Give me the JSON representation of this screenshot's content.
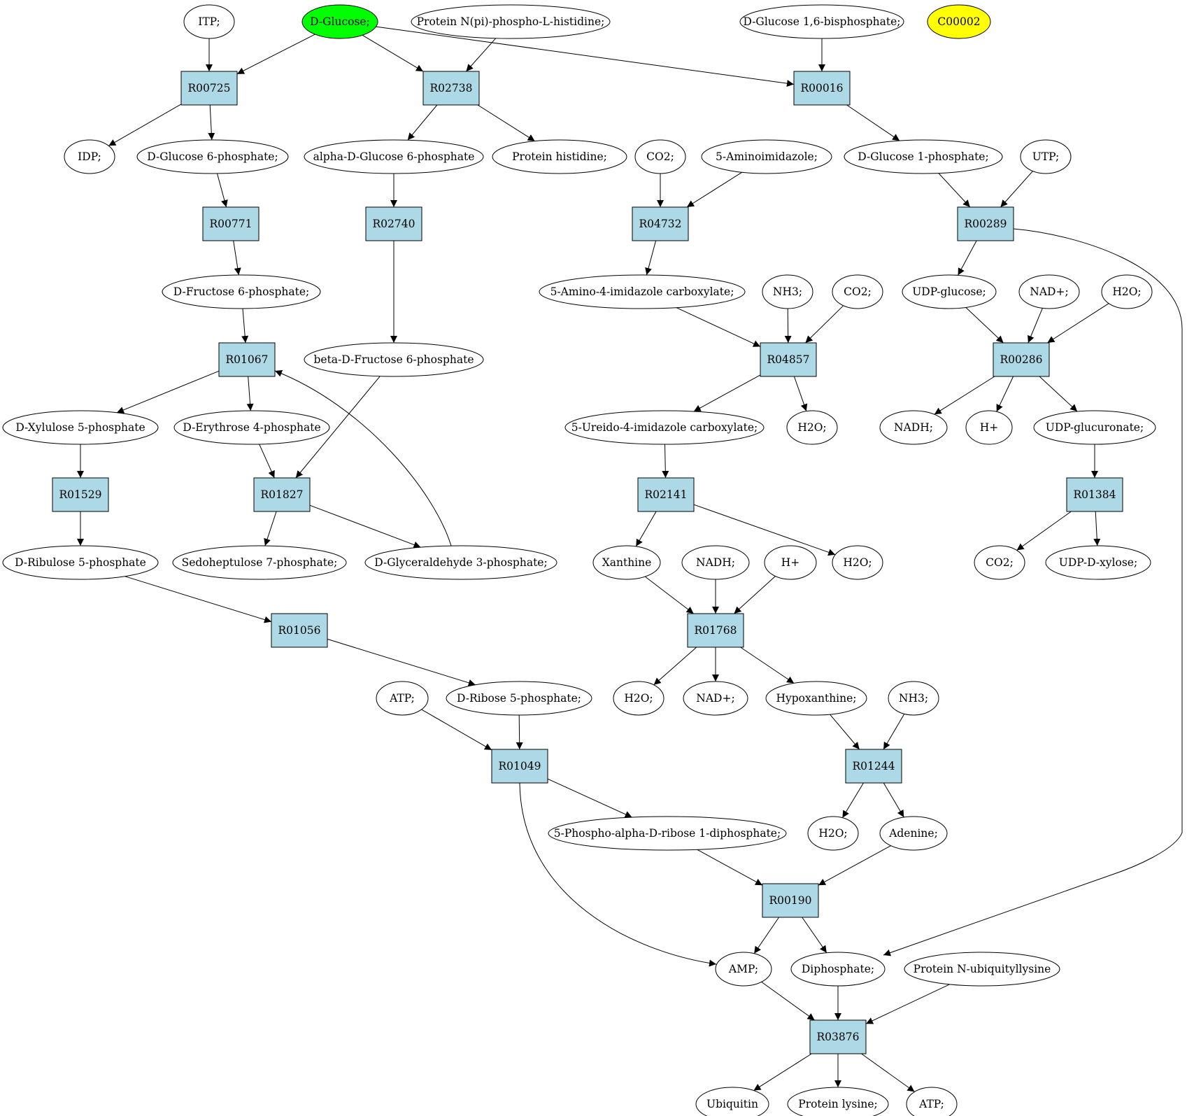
{
  "colors": {
    "reaction": "#add8e6",
    "compound": "#ffffff",
    "highlight_green": "#00ff00",
    "highlight_yellow": "#ffff00"
  },
  "nodes": [
    {
      "id": "itp",
      "label": "ITP;",
      "kind": "compound"
    },
    {
      "id": "dglucose",
      "label": "D-Glucose;",
      "kind": "compound",
      "fill": "highlight_green"
    },
    {
      "id": "protnpi",
      "label": "Protein N(pi)-phospho-L-histidine;",
      "kind": "compound"
    },
    {
      "id": "dg16bp",
      "label": "D-Glucose 1,6-bisphosphate;",
      "kind": "compound"
    },
    {
      "id": "c00002",
      "label": "C00002",
      "kind": "compound",
      "fill": "highlight_yellow"
    },
    {
      "id": "r00725",
      "label": "R00725",
      "kind": "reaction"
    },
    {
      "id": "r02738",
      "label": "R02738",
      "kind": "reaction"
    },
    {
      "id": "r00016",
      "label": "R00016",
      "kind": "reaction"
    },
    {
      "id": "idp",
      "label": "IDP;",
      "kind": "compound"
    },
    {
      "id": "dg6p",
      "label": "D-Glucose 6-phosphate;",
      "kind": "compound"
    },
    {
      "id": "adg6p",
      "label": "alpha-D-Glucose 6-phosphate",
      "kind": "compound"
    },
    {
      "id": "prothis",
      "label": "Protein histidine;",
      "kind": "compound"
    },
    {
      "id": "co2a",
      "label": "CO2;",
      "kind": "compound"
    },
    {
      "id": "aminoimid",
      "label": "5-Aminoimidazole;",
      "kind": "compound"
    },
    {
      "id": "dg1p",
      "label": "D-Glucose 1-phosphate;",
      "kind": "compound"
    },
    {
      "id": "utp",
      "label": "UTP;",
      "kind": "compound"
    },
    {
      "id": "r00771",
      "label": "R00771",
      "kind": "reaction"
    },
    {
      "id": "r02740",
      "label": "R02740",
      "kind": "reaction"
    },
    {
      "id": "r04732",
      "label": "R04732",
      "kind": "reaction"
    },
    {
      "id": "r00289",
      "label": "R00289",
      "kind": "reaction"
    },
    {
      "id": "df6p",
      "label": "D-Fructose 6-phosphate;",
      "kind": "compound"
    },
    {
      "id": "aic",
      "label": "5-Amino-4-imidazole carboxylate;",
      "kind": "compound"
    },
    {
      "id": "nh3a",
      "label": "NH3;",
      "kind": "compound"
    },
    {
      "id": "co2b",
      "label": "CO2;",
      "kind": "compound"
    },
    {
      "id": "udpglc",
      "label": "UDP-glucose;",
      "kind": "compound"
    },
    {
      "id": "nadplusa",
      "label": "NAD+;",
      "kind": "compound"
    },
    {
      "id": "h2oa",
      "label": "H2O;",
      "kind": "compound"
    },
    {
      "id": "r01067",
      "label": "R01067",
      "kind": "reaction"
    },
    {
      "id": "bdf6p",
      "label": "beta-D-Fructose 6-phosphate",
      "kind": "compound"
    },
    {
      "id": "r04857",
      "label": "R04857",
      "kind": "reaction"
    },
    {
      "id": "r00286",
      "label": "R00286",
      "kind": "reaction"
    },
    {
      "id": "dx5p",
      "label": "D-Xylulose 5-phosphate",
      "kind": "compound"
    },
    {
      "id": "de4p",
      "label": "D-Erythrose 4-phosphate",
      "kind": "compound"
    },
    {
      "id": "uic",
      "label": "5-Ureido-4-imidazole carboxylate;",
      "kind": "compound"
    },
    {
      "id": "h2ob",
      "label": "H2O;",
      "kind": "compound"
    },
    {
      "id": "nadha",
      "label": "NADH;",
      "kind": "compound"
    },
    {
      "id": "hplusa",
      "label": "H+",
      "kind": "compound"
    },
    {
      "id": "udpglcn",
      "label": "UDP-glucuronate;",
      "kind": "compound"
    },
    {
      "id": "r01529",
      "label": "R01529",
      "kind": "reaction"
    },
    {
      "id": "r01827",
      "label": "R01827",
      "kind": "reaction"
    },
    {
      "id": "r02141",
      "label": "R02141",
      "kind": "reaction"
    },
    {
      "id": "r01384",
      "label": "R01384",
      "kind": "reaction"
    },
    {
      "id": "dr5p",
      "label": "D-Ribulose 5-phosphate",
      "kind": "compound"
    },
    {
      "id": "s7p",
      "label": "Sedoheptulose 7-phosphate;",
      "kind": "compound"
    },
    {
      "id": "g3p",
      "label": "D-Glyceraldehyde 3-phosphate;",
      "kind": "compound"
    },
    {
      "id": "xanthine",
      "label": "Xanthine",
      "kind": "compound"
    },
    {
      "id": "nadhb",
      "label": "NADH;",
      "kind": "compound"
    },
    {
      "id": "hplusb",
      "label": "H+",
      "kind": "compound"
    },
    {
      "id": "h2oc",
      "label": "H2O;",
      "kind": "compound"
    },
    {
      "id": "co2c",
      "label": "CO2;",
      "kind": "compound"
    },
    {
      "id": "udpxyl",
      "label": "UDP-D-xylose;",
      "kind": "compound"
    },
    {
      "id": "r01056",
      "label": "R01056",
      "kind": "reaction"
    },
    {
      "id": "r01768",
      "label": "R01768",
      "kind": "reaction"
    },
    {
      "id": "atpa",
      "label": "ATP;",
      "kind": "compound"
    },
    {
      "id": "dribose5p",
      "label": "D-Ribose 5-phosphate;",
      "kind": "compound"
    },
    {
      "id": "h2od",
      "label": "H2O;",
      "kind": "compound"
    },
    {
      "id": "nadplusb",
      "label": "NAD+;",
      "kind": "compound"
    },
    {
      "id": "hypox",
      "label": "Hypoxanthine;",
      "kind": "compound"
    },
    {
      "id": "nh3b",
      "label": "NH3;",
      "kind": "compound"
    },
    {
      "id": "r01049",
      "label": "R01049",
      "kind": "reaction"
    },
    {
      "id": "r01244",
      "label": "R01244",
      "kind": "reaction"
    },
    {
      "id": "prpp",
      "label": "5-Phospho-alpha-D-ribose 1-diphosphate;",
      "kind": "compound"
    },
    {
      "id": "h2oe",
      "label": "H2O;",
      "kind": "compound"
    },
    {
      "id": "adenine",
      "label": "Adenine;",
      "kind": "compound"
    },
    {
      "id": "r00190",
      "label": "R00190",
      "kind": "reaction"
    },
    {
      "id": "amp",
      "label": "AMP;",
      "kind": "compound"
    },
    {
      "id": "diphos",
      "label": "Diphosphate;",
      "kind": "compound"
    },
    {
      "id": "protnub",
      "label": "Protein N-ubiquityllysine",
      "kind": "compound"
    },
    {
      "id": "r03876",
      "label": "R03876",
      "kind": "reaction"
    },
    {
      "id": "ubiquitin",
      "label": "Ubiquitin",
      "kind": "compound"
    },
    {
      "id": "protlys",
      "label": "Protein lysine;",
      "kind": "compound"
    },
    {
      "id": "atpb",
      "label": "ATP;",
      "kind": "compound"
    }
  ],
  "edges": [
    [
      "itp",
      "r00725"
    ],
    [
      "dglucose",
      "r00725"
    ],
    [
      "dglucose",
      "r02738"
    ],
    [
      "dglucose",
      "r00016"
    ],
    [
      "protnpi",
      "r02738"
    ],
    [
      "dg16bp",
      "r00016"
    ],
    [
      "r00725",
      "idp"
    ],
    [
      "r00725",
      "dg6p"
    ],
    [
      "r02738",
      "adg6p"
    ],
    [
      "r02738",
      "prothis"
    ],
    [
      "r00016",
      "dg1p"
    ],
    [
      "dg6p",
      "r00771"
    ],
    [
      "adg6p",
      "r02740"
    ],
    [
      "co2a",
      "r04732"
    ],
    [
      "aminoimid",
      "r04732"
    ],
    [
      "dg1p",
      "r00289"
    ],
    [
      "utp",
      "r00289"
    ],
    [
      "r00771",
      "df6p"
    ],
    [
      "r02740",
      "bdf6p"
    ],
    [
      "r04732",
      "aic"
    ],
    [
      "r00289",
      "udpglc"
    ],
    [
      "r00289",
      "diphos"
    ],
    [
      "df6p",
      "r01067"
    ],
    [
      "aic",
      "r04857"
    ],
    [
      "nh3a",
      "r04857"
    ],
    [
      "co2b",
      "r04857"
    ],
    [
      "udpglc",
      "r00286"
    ],
    [
      "nadplusa",
      "r00286"
    ],
    [
      "h2oa",
      "r00286"
    ],
    [
      "r01067",
      "dx5p"
    ],
    [
      "r01067",
      "de4p"
    ],
    [
      "bdf6p",
      "r01827"
    ],
    [
      "r04857",
      "uic"
    ],
    [
      "r04857",
      "h2ob"
    ],
    [
      "r00286",
      "nadha"
    ],
    [
      "r00286",
      "hplusa"
    ],
    [
      "r00286",
      "udpglcn"
    ],
    [
      "dx5p",
      "r01529"
    ],
    [
      "de4p",
      "r01827"
    ],
    [
      "uic",
      "r02141"
    ],
    [
      "udpglcn",
      "r01384"
    ],
    [
      "r01529",
      "dr5p"
    ],
    [
      "r01827",
      "s7p"
    ],
    [
      "r01827",
      "g3p"
    ],
    [
      "g3p",
      "r01067"
    ],
    [
      "r02141",
      "xanthine"
    ],
    [
      "r02141",
      "h2oc"
    ],
    [
      "r01384",
      "co2c"
    ],
    [
      "r01384",
      "udpxyl"
    ],
    [
      "dr5p",
      "r01056"
    ],
    [
      "xanthine",
      "r01768"
    ],
    [
      "nadhb",
      "r01768"
    ],
    [
      "hplusb",
      "r01768"
    ],
    [
      "r01056",
      "dribose5p"
    ],
    [
      "r01768",
      "h2od"
    ],
    [
      "r01768",
      "nadplusb"
    ],
    [
      "r01768",
      "hypox"
    ],
    [
      "atpa",
      "r01049"
    ],
    [
      "dribose5p",
      "r01049"
    ],
    [
      "hypox",
      "r01244"
    ],
    [
      "nh3b",
      "r01244"
    ],
    [
      "r01049",
      "prpp"
    ],
    [
      "r01049",
      "amp"
    ],
    [
      "r01244",
      "h2oe"
    ],
    [
      "r01244",
      "adenine"
    ],
    [
      "prpp",
      "r00190"
    ],
    [
      "adenine",
      "r00190"
    ],
    [
      "r00190",
      "amp"
    ],
    [
      "r00190",
      "diphos"
    ],
    [
      "amp",
      "r03876"
    ],
    [
      "diphos",
      "r03876"
    ],
    [
      "protnub",
      "r03876"
    ],
    [
      "r03876",
      "ubiquitin"
    ],
    [
      "r03876",
      "protlys"
    ],
    [
      "r03876",
      "atpb"
    ]
  ]
}
